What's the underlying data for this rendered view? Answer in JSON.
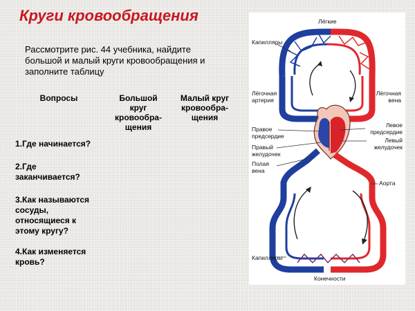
{
  "title": "Круги кровообращения",
  "instructions": "Рассмотрите рис. 44 учебника,  найдите большой и малый круги кровообращения и заполните таблицу",
  "table": {
    "headers": {
      "questions": "Вопросы",
      "big_circle": "Большой круг кровообра-щения",
      "small_circle": "Малый круг кровообра-щения"
    },
    "questions": [
      "1.Где начинается?",
      "2.Где заканчивается?",
      "3.Как называются сосуды, относящиеся к этому кругу?",
      "4.Как изменяется кровь?"
    ]
  },
  "diagram": {
    "labels": {
      "lungs": "Лёгкие",
      "capillaries_top": "Капилляры",
      "pulmonary_artery": "Лёгочная артерия",
      "pulmonary_vein": "Лёгочная вена",
      "right_atrium": "Правое предсердие",
      "right_ventricle": "Правый желудочек",
      "vena_cava": "Полая вена",
      "left_atrium": "Левое предсердие",
      "left_ventricle": "Левый желудочек",
      "aorta": "Аорта",
      "capillaries_bottom": "Капилляры",
      "limbs": "Конечности"
    },
    "colors": {
      "arterial": "#e0282c",
      "venous": "#1f3f9e"
    }
  }
}
